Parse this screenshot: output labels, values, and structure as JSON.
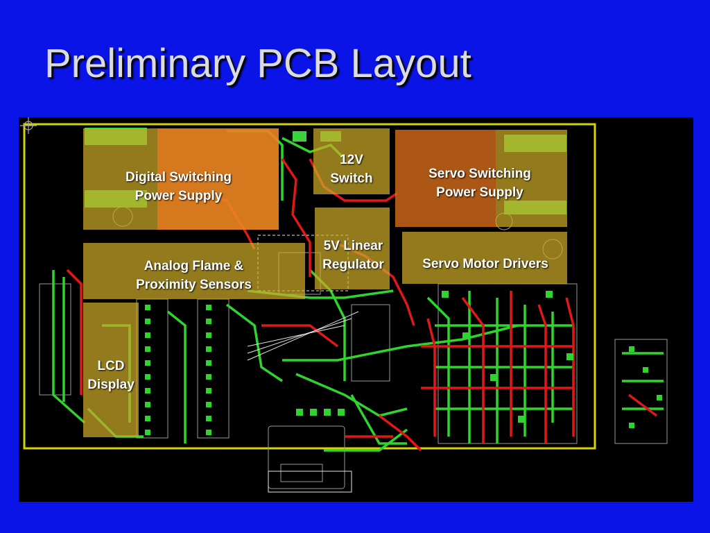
{
  "slide": {
    "title": "Preliminary PCB Layout"
  },
  "regions": {
    "digital_psu": "Digital Switching\nPower Supply",
    "switch_12v": "12V\nSwitch",
    "servo_psu": "Servo Switching\nPower Supply",
    "analog_sensors": "Analog Flame &\nProximity Sensors",
    "linear_reg_5v": "5V Linear\nRegulator",
    "servo_drivers": "Servo Motor Drivers",
    "lcd_display": "LCD\nDisplay"
  },
  "colors": {
    "background": "#0a14e6",
    "board": "#000000",
    "outline": "#d4d400",
    "trace_green": "#2fd42f",
    "trace_red": "#e01818",
    "region_yellow": "#ccaa28",
    "region_orange": "#f0781e"
  }
}
